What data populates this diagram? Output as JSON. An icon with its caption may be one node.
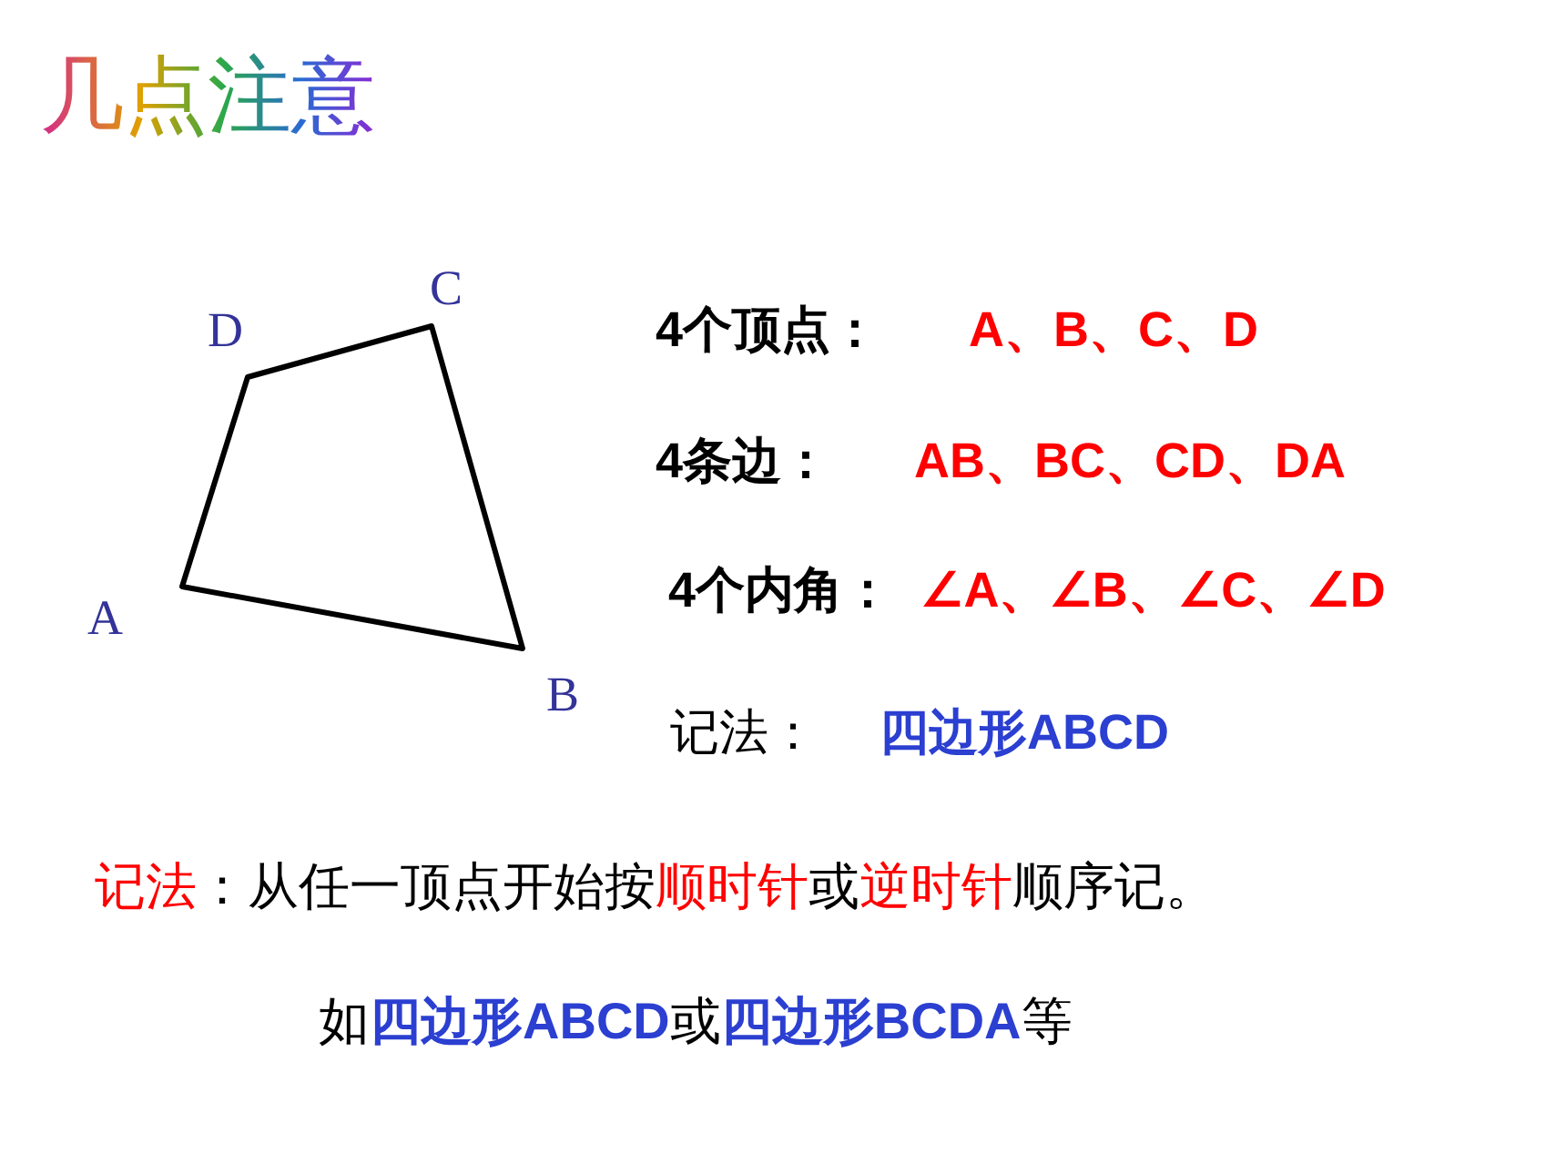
{
  "diagram": {
    "title": "几点注意",
    "labels": [
      "D",
      "C",
      "4个顶点：",
      "A、B、C、D",
      "4条边：",
      "AB、BC、CD、DA",
      "A",
      "4个内角：",
      "∠A、∠B、∠C、∠D",
      "B",
      "记法：",
      "四边形ABCD",
      "记法",
      "：从任一顶点开始按",
      "顺时针",
      "或",
      "逆时针",
      "顺序记。",
      "如",
      "四边形ABCD",
      "或",
      "四边形BCDA",
      "等"
    ]
  }
}
